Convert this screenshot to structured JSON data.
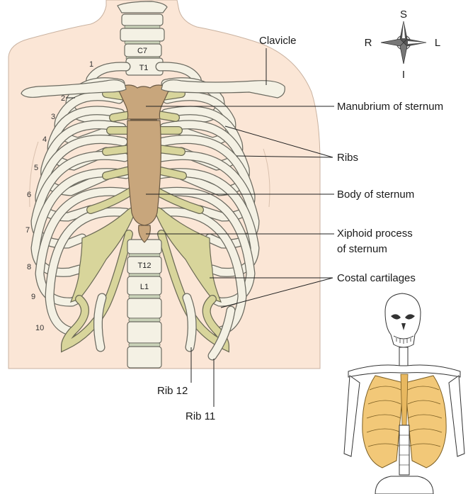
{
  "labels": {
    "clavicle": "Clavicle",
    "manubrium": "Manubrium of sternum",
    "ribs": "Ribs",
    "body_of_sternum": "Body of sternum",
    "xiphoid_line1": "Xiphoid process",
    "xiphoid_line2": "of sternum",
    "costal_cartilages": "Costal cartilages",
    "rib12": "Rib 12",
    "rib11": "Rib 11"
  },
  "vertebrae": {
    "c7": "C7",
    "t1": "T1",
    "t12": "T12",
    "l1": "L1"
  },
  "rib_numbers": [
    "1",
    "2",
    "3",
    "4",
    "5",
    "6",
    "7",
    "8",
    "9",
    "10"
  ],
  "compass": {
    "superior": "S",
    "inferior": "I",
    "right": "R",
    "left": "L"
  },
  "colors": {
    "skin": "#fbe6d6",
    "bone": "#f4f1e4",
    "cartilage": "#d8d59b",
    "sternum": "#c8a67c",
    "thumbnail_highlight": "#f2c878"
  }
}
